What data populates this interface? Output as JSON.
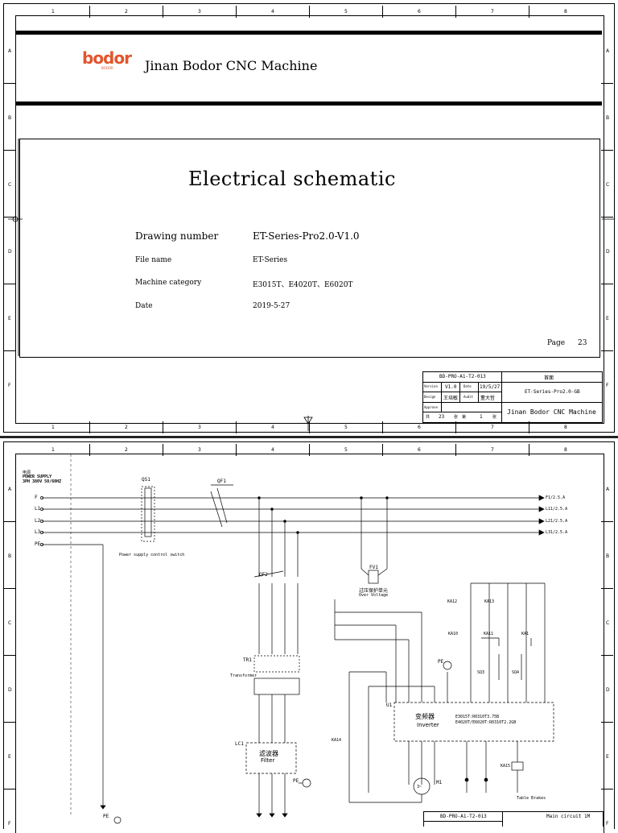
{
  "ruler": {
    "columns": [
      "1",
      "2",
      "3",
      "4",
      "5",
      "6",
      "7",
      "8"
    ],
    "rows": [
      "A",
      "B",
      "C",
      "D",
      "E",
      "F"
    ]
  },
  "header": {
    "logo_text": "bodor",
    "logo_sub": "BODOR",
    "company": "Jinan Bodor CNC Machine"
  },
  "cover": {
    "title": "Electrical schematic",
    "fields": [
      {
        "label": "Drawing number",
        "value": "ET-Series-Pro2.0-V1.0"
      },
      {
        "label": "File name",
        "value": "ET-Series"
      },
      {
        "label": "Machine category",
        "value": "E3015T、E4020T、E6020T"
      },
      {
        "label": "Date",
        "value": "2019-5-27"
      }
    ],
    "page_label": "Page",
    "page_value": "23"
  },
  "title_block": {
    "drawing_no": "BD-PRO-A1-T2-013",
    "sheet_cn": "首面",
    "version_label": "Version",
    "version": "V1.0",
    "date_label": "Date",
    "date": "19/5/27",
    "design_label": "Design",
    "designer": "王培敏",
    "audit_label": "Audit",
    "auditor": "董大哲",
    "approve_label": "Approve",
    "series": "ET-Series-Pro2.0-GB",
    "company": "Jinan Bodor CNC Machine",
    "sheet_total_prefix": "共",
    "sheet_total": "23",
    "sheet_total_suffix": "张",
    "sheet_no_prefix": "第",
    "sheet_no": "1",
    "sheet_no_suffix": "张"
  },
  "schematic": {
    "supply_cn": "电源",
    "supply": "POWER SUPPLY",
    "supply_spec": "3PH 380V 50/60HZ",
    "phases": [
      "F",
      "L1",
      "L2",
      "L3"
    ],
    "pe": "PE",
    "outputs": [
      "F1/2.5.A",
      "L11/2.5.A",
      "L21/2.5.A",
      "L31/2.5.A"
    ],
    "qs1": "QS1",
    "qs1_desc": "Power supply control switch",
    "qf1": "QF1",
    "qf2": "QF2",
    "fv1": "FV1",
    "fv1_cn": "过压保护单元",
    "fv1_en": "Over Voltage",
    "tr1": "TR1",
    "tr1_desc": "Transformer",
    "lc1": "LC1",
    "filter_cn": "滤波器",
    "filter_en": "Filter",
    "u1": "U1",
    "inverter_cn": "变频器",
    "inverter_en": "Inverter",
    "inverter_spec1": "E3015T:R0310T3.75B",
    "inverter_spec2": "E4020T/E6020T:R0310T2.2GB",
    "m1": "M1",
    "motor": "3~",
    "relays": [
      "KA12",
      "KA13",
      "KA10",
      "KA11",
      "KA1",
      "KA14",
      "KA15"
    ],
    "switches": [
      "SQ3",
      "SQ4"
    ],
    "table_brakes": "Table Brakes",
    "main_circuit": "Main circuit 1M",
    "drawing_no": "BD-PRO-A1-T2-013"
  }
}
